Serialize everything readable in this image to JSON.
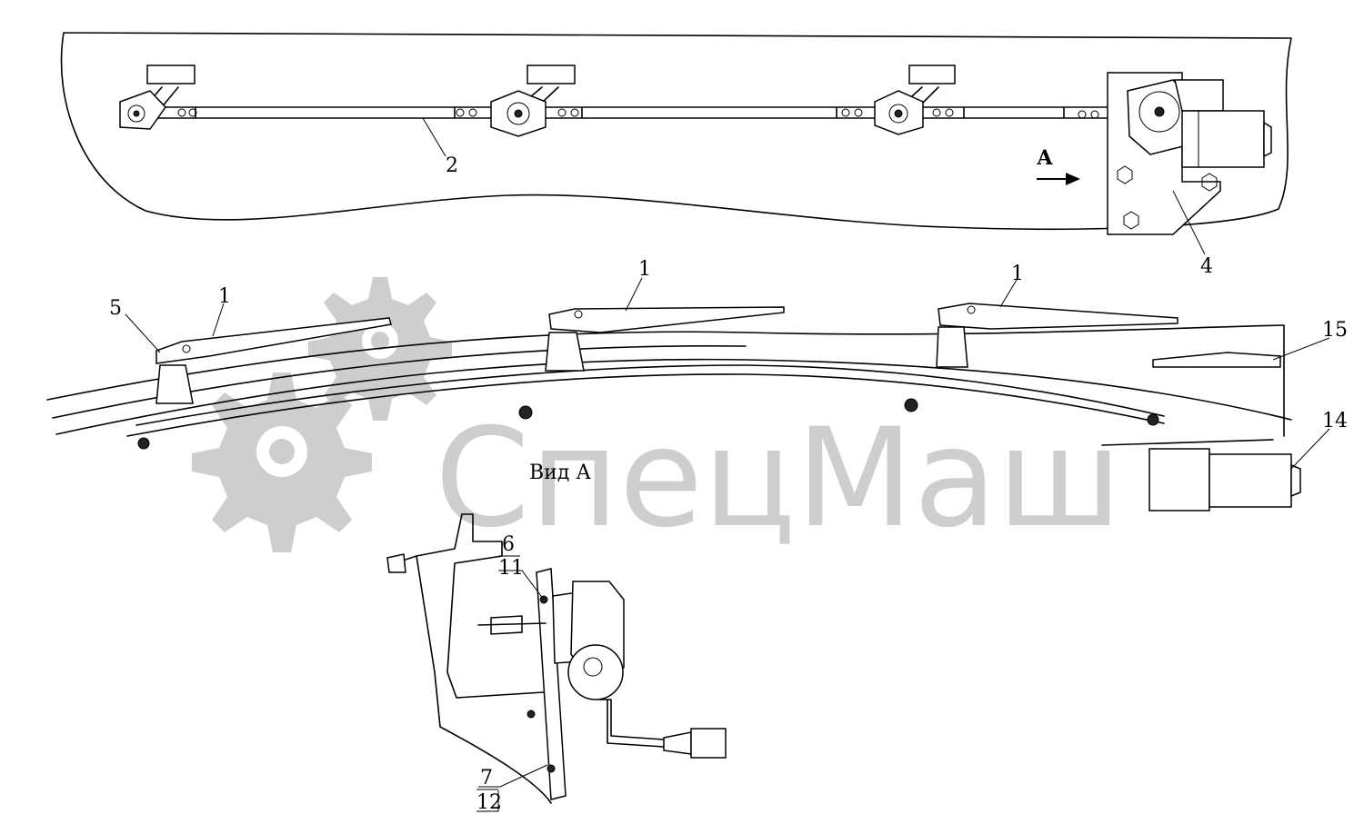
{
  "watermark": {
    "text": "СпецМаш",
    "color": "#bdbdbd"
  },
  "view": {
    "arrow_label": "А",
    "label": "Вид А"
  },
  "callouts": {
    "c1a": "1",
    "c1b": "1",
    "c1c": "1",
    "c2": "2",
    "c4": "4",
    "c5": "5",
    "c6": "6",
    "c7": "7",
    "c11": "11",
    "c12": "12",
    "c14": "14",
    "c15": "15"
  }
}
